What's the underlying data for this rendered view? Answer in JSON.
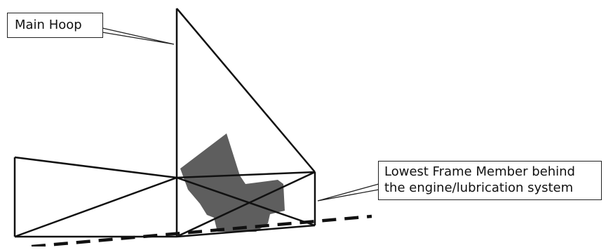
{
  "labels": {
    "main_hoop": "Main Hoop",
    "lowest_member_line1": "Lowest Frame Member behind",
    "lowest_member_line2": "the engine/lubrication system"
  },
  "colors": {
    "frame_stroke": "#111111",
    "engine_fill": "#5e5e5e",
    "ground_dash": "#111111",
    "label_border": "#222222"
  }
}
